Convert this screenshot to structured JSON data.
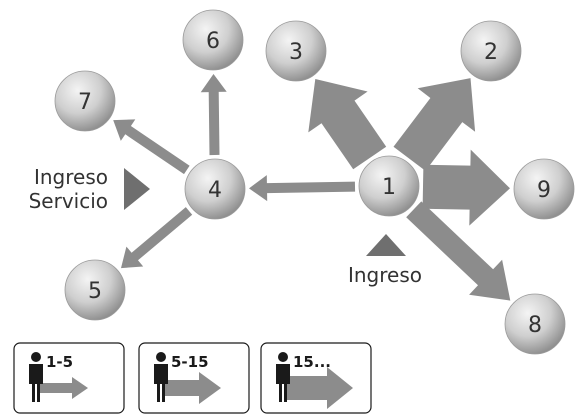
{
  "nodes": [
    {
      "id": "1",
      "label": "1"
    },
    {
      "id": "2",
      "label": "2"
    },
    {
      "id": "3",
      "label": "3"
    },
    {
      "id": "4",
      "label": "4"
    },
    {
      "id": "5",
      "label": "5"
    },
    {
      "id": "6",
      "label": "6"
    },
    {
      "id": "7",
      "label": "7"
    },
    {
      "id": "8",
      "label": "8"
    },
    {
      "id": "9",
      "label": "9"
    }
  ],
  "edges": [
    {
      "from": "1",
      "to": "4",
      "size": "small"
    },
    {
      "from": "1",
      "to": "3",
      "size": "large"
    },
    {
      "from": "1",
      "to": "2",
      "size": "large"
    },
    {
      "from": "1",
      "to": "9",
      "size": "xlarge"
    },
    {
      "from": "1",
      "to": "8",
      "size": "medium"
    },
    {
      "from": "4",
      "to": "6",
      "size": "small"
    },
    {
      "from": "4",
      "to": "7",
      "size": "small"
    },
    {
      "from": "4",
      "to": "5",
      "size": "small"
    }
  ],
  "labels": {
    "ingreso": "Ingreso",
    "ingreso_servicio_line1": "Ingreso",
    "ingreso_servicio_line2": "Servicio"
  },
  "legend": [
    {
      "label": "1-5",
      "size": "small"
    },
    {
      "label": "5-15",
      "size": "medium"
    },
    {
      "label": "15...",
      "size": "large"
    }
  ],
  "colors": {
    "arrow": "#8c8c8c",
    "node_light": "#f2f2f2",
    "node_dark": "#9a9a9a",
    "marker": "#6f6f6f",
    "text": "#333333"
  }
}
